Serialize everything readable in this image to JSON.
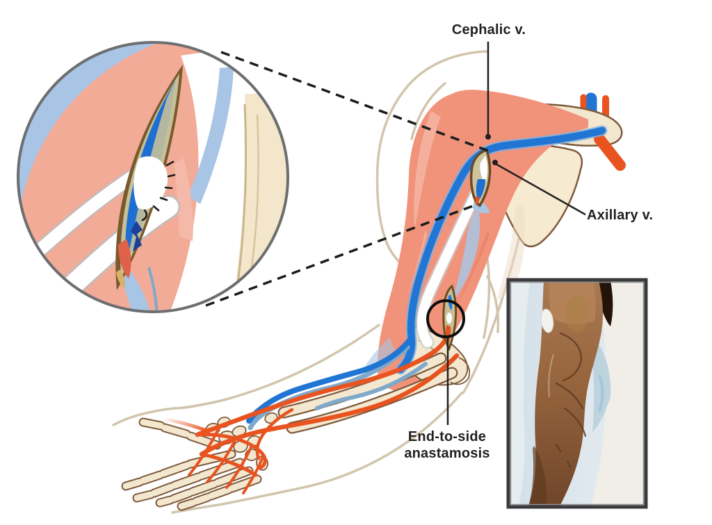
{
  "figure": {
    "type": "medical-illustration",
    "background": "#ffffff",
    "labels": {
      "cephalic_vein": "Cephalic v.",
      "axillary_vein": "Axillary v.",
      "anastomosis_line1": "End-to-side",
      "anastomosis_line2": "anastamosis"
    },
    "palette": {
      "label_text": "#231f20",
      "vein_blue": "#2176d4",
      "vein_blue_light": "#7db0e2",
      "vein_steel": "#7fa8cb",
      "fascia_blue": "#a9c5e5",
      "artery_red": "#e8531f",
      "muscle_salmon": "#f0937a",
      "muscle_light": "#f6b9a8",
      "skin_pink": "#f2ab97",
      "bone_cream": "#f3e8cf",
      "bone_outline": "#7d5a3d",
      "incision_brown": "#7a5a2c",
      "incision_lining_olive": "#c6c09a",
      "graft_white": "#ffffff",
      "body_outline_tan": "#cfc2a8",
      "inset_ring_gray": "#6d6e70",
      "photo_border_gray": "#3a3a3c",
      "annotation_black": "#141414"
    }
  }
}
